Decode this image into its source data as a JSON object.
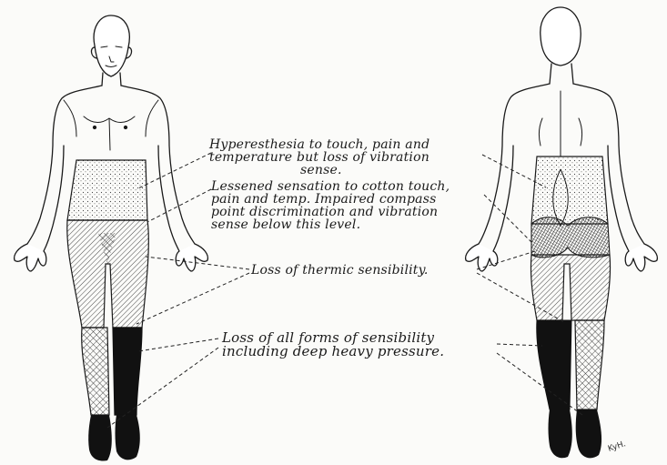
{
  "colors": {
    "ink": "#1a1a1a",
    "paper": "#fbfbf9"
  },
  "labels": {
    "hyperesthesia": [
      "Hyperesthesia to touch, pain and",
      "temperature but loss of vibration",
      "sense."
    ],
    "lessened": [
      "Lessened sensation to cotton touch,",
      "pain and temp. Impaired compass",
      "point discrimination and vibration",
      "sense below this level."
    ],
    "thermic": "Loss of thermic sensibility.",
    "all_forms": [
      "Loss of all forms of sensibility",
      "including deep heavy pressure."
    ]
  },
  "signature": "KyH."
}
